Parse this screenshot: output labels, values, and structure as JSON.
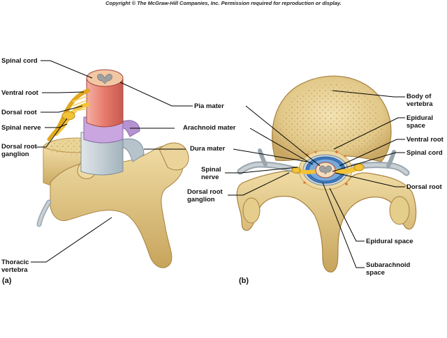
{
  "copyright": "Copyright © The McGraw-Hill Companies, Inc. Permission required for reproduction or display.",
  "panel_a": {
    "letter": "(a)",
    "labels": {
      "spinal_cord": "Spinal cord",
      "ventral_root": "Ventral root",
      "dorsal_root": "Dorsal root",
      "spinal_nerve": "Spinal nerve",
      "drg": "Dorsal root\nganglion",
      "thoracic": "Thoracic\nvertebra"
    }
  },
  "panel_b": {
    "letter": "(b)",
    "labels": {
      "body": "Body of\nvertebra",
      "epidural_top": "Epidural\nspace",
      "ventral_root": "Ventral root",
      "spinal_cord": "Spinal cord",
      "dorsal_root": "Dorsal root",
      "epidural_bottom": "Epidural space",
      "subarachnoid": "Subarachnoid\nspace",
      "spinal_nerve": "Spinal\nnerve",
      "drg": "Dorsal root\nganglion"
    }
  },
  "center_labels": {
    "pia": "Pia mater",
    "arachnoid": "Arachnoid mater",
    "dura": "Dura mater"
  },
  "colors": {
    "bone": "#e3cc8c",
    "bone_dark": "#c9a760",
    "cord_pink": "#e8847a",
    "arachnoid": "#c9a6e0",
    "dura": "#c8d4dc",
    "nerve_yellow": "#f2c237",
    "gray_matter": "#a9a9a9",
    "csf_blue": "#3f7fc4"
  }
}
